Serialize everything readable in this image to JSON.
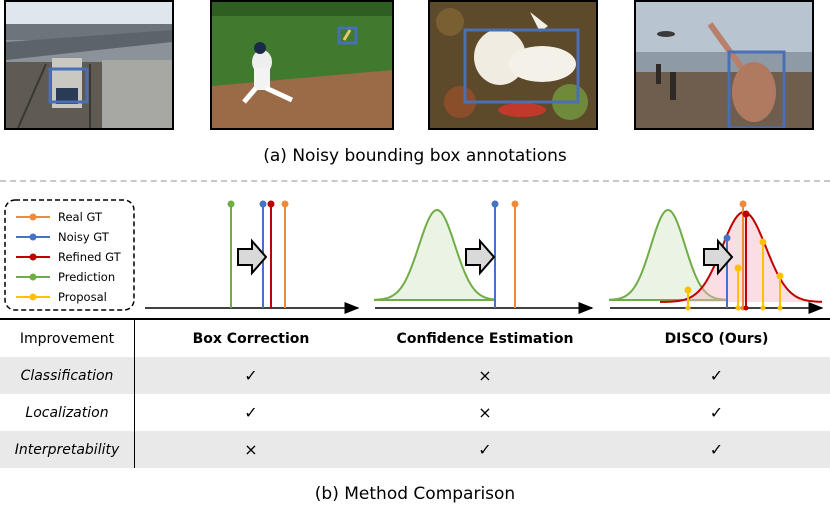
{
  "captions": {
    "top": "(a) Noisy bounding box annotations",
    "bottom": "(b) Method Comparison"
  },
  "legend": {
    "items": [
      {
        "label": "Real GT",
        "color": "#ed8b3c"
      },
      {
        "label": "Noisy GT",
        "color": "#4472c4"
      },
      {
        "label": "Refined GT",
        "color": "#c00000"
      },
      {
        "label": "Prediction",
        "color": "#70ad47"
      },
      {
        "label": "Proposal",
        "color": "#ffc000"
      }
    ]
  },
  "table": {
    "header": {
      "label": "Improvement",
      "columns": [
        "Box Correction",
        "Confidence Estimation",
        "DISCO (Ours)"
      ]
    },
    "rows": [
      {
        "label": "Classification",
        "values": [
          "✓",
          "×",
          "✓"
        ]
      },
      {
        "label": "Localization",
        "values": [
          "✓",
          "×",
          "✓"
        ]
      },
      {
        "label": "Interpretability",
        "values": [
          "×",
          "✓",
          "✓"
        ]
      }
    ]
  },
  "colors": {
    "photo_box": "#4a6fb5",
    "dashed_separator": "#c8c8c8",
    "shaded_row": "#e9e9e9"
  }
}
